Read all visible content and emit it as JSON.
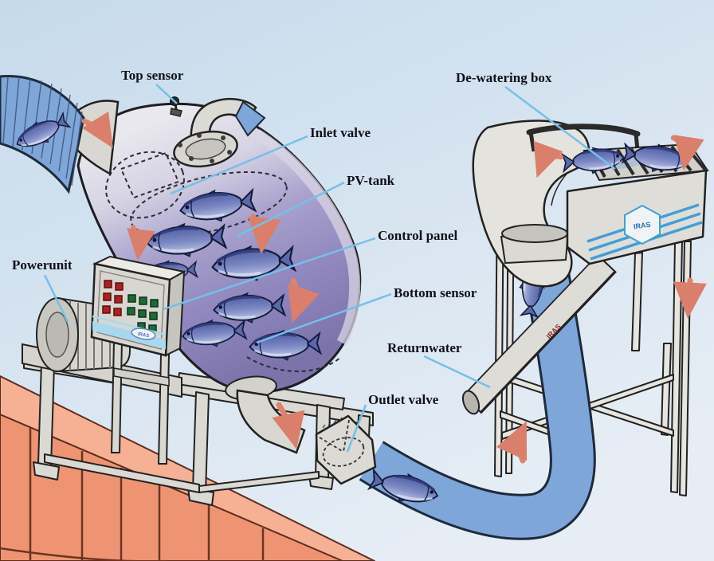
{
  "labels": {
    "top_sensor": "Top sensor",
    "de_watering_box": "De-watering box",
    "inlet_valve": "Inlet valve",
    "pv_tank": "PV-tank",
    "control_panel": "Control panel",
    "bottom_sensor": "Bottom sensor",
    "returnwater": "Returnwater",
    "outlet_valve": "Outlet valve",
    "powerunit": "Powerunit"
  },
  "brand": {
    "logo_text": "IRAS"
  },
  "colors": {
    "background_top": "#c7dbed",
    "background_bottom": "#e4ecf5",
    "wall_orange": "#ef9473",
    "wall_band": "#f6b094",
    "water_blue": "#7ea6d8",
    "tank_purple": "#8f87bd",
    "machine_gray": "#dedcd6",
    "arrow_red": "#dd8370",
    "leader_blue": "#74c0e8",
    "label_color": "#101018",
    "stripe_blue": "#3f9fd8"
  }
}
